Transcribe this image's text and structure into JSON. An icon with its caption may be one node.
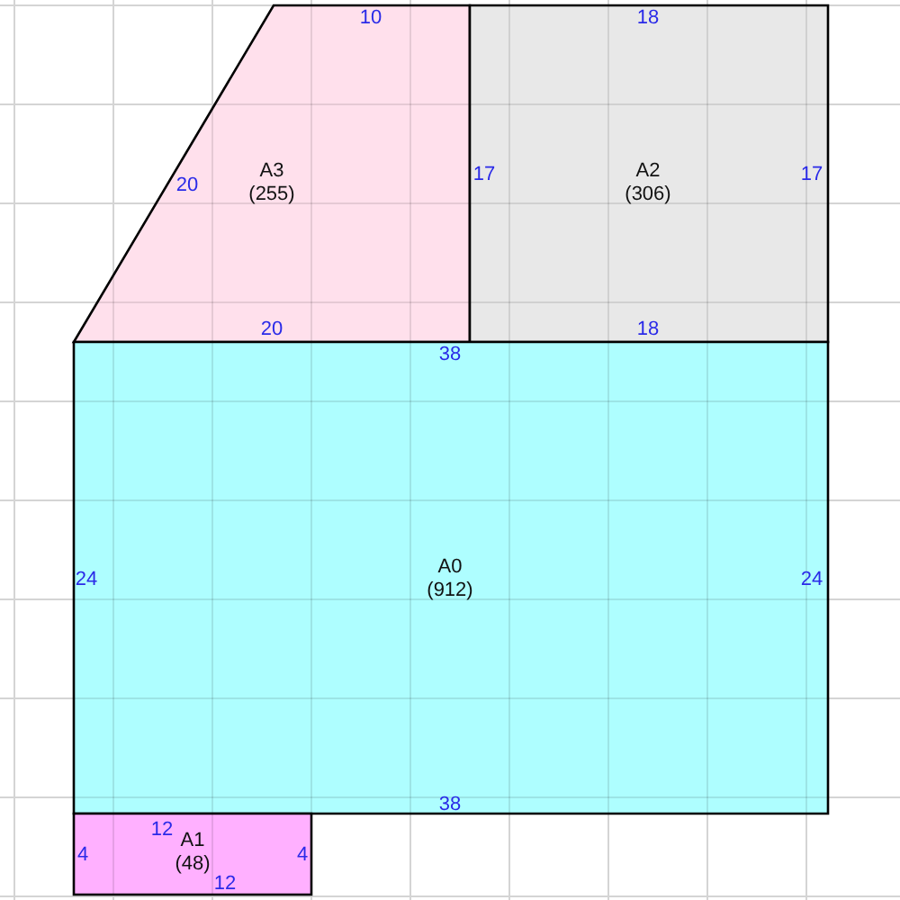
{
  "diagram": {
    "nodes": [
      {
        "text": [
          "A3",
          "(255)"
        ]
      },
      {
        "text": [
          "A2",
          "(306)"
        ]
      },
      {
        "text": [
          "A0",
          "(912)"
        ]
      },
      {
        "text": [
          "A1",
          "(48)"
        ]
      }
    ],
    "labels": [
      "10",
      "18",
      "20",
      "17",
      "17",
      "20",
      "18",
      "38",
      "24",
      "24",
      "38",
      "12",
      "4",
      "4",
      "12"
    ]
  }
}
